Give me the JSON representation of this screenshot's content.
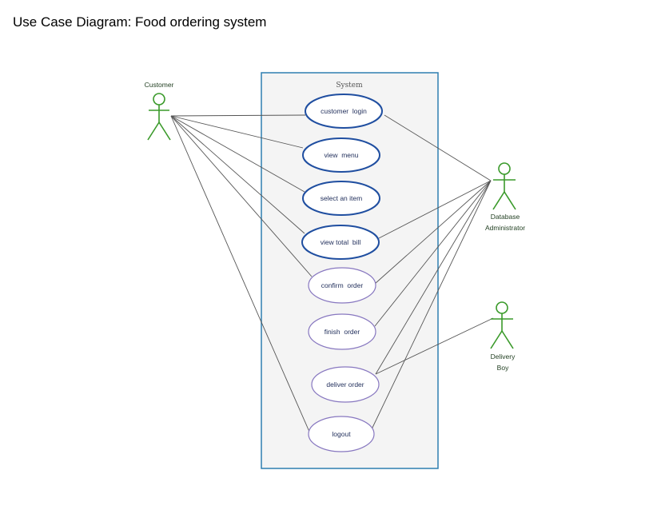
{
  "title": "Use Case Diagram: Food ordering system",
  "system": {
    "label": "System",
    "fill": "#f4f4f4",
    "stroke": "#2e7fb0"
  },
  "actors": {
    "customer": {
      "label": "Customer"
    },
    "dbadmin": {
      "label_line1": "Database",
      "label_line2": "Administrator"
    },
    "delivery": {
      "label_line1": "Delivery",
      "label_line2": "Boy"
    },
    "color": "#3a9a2a"
  },
  "use_cases": [
    {
      "id": "customer-login",
      "label": "customer  login",
      "style": "bold"
    },
    {
      "id": "view-menu",
      "label": "view  menu",
      "style": "bold"
    },
    {
      "id": "select-item",
      "label": "select an item",
      "style": "bold"
    },
    {
      "id": "view-total-bill",
      "label": "view total  bill",
      "style": "bold"
    },
    {
      "id": "confirm-order",
      "label": "confirm  order",
      "style": "light"
    },
    {
      "id": "finish-order",
      "label": "finish  order",
      "style": "light"
    },
    {
      "id": "deliver-order",
      "label": "deliver order",
      "style": "light"
    },
    {
      "id": "logout",
      "label": "logout",
      "style": "light"
    }
  ],
  "colors": {
    "bold_ellipse": "#1f4ea0",
    "light_ellipse": "#8878c0",
    "association": "#555555"
  },
  "associations": [
    {
      "from": "customer",
      "to": "customer-login"
    },
    {
      "from": "customer",
      "to": "view-menu"
    },
    {
      "from": "customer",
      "to": "select-item"
    },
    {
      "from": "customer",
      "to": "view-total-bill"
    },
    {
      "from": "customer",
      "to": "confirm-order"
    },
    {
      "from": "customer",
      "to": "logout"
    },
    {
      "from": "dbadmin",
      "to": "customer-login"
    },
    {
      "from": "dbadmin",
      "to": "view-total-bill"
    },
    {
      "from": "dbadmin",
      "to": "confirm-order"
    },
    {
      "from": "dbadmin",
      "to": "finish-order"
    },
    {
      "from": "dbadmin",
      "to": "deliver-order"
    },
    {
      "from": "dbadmin",
      "to": "logout"
    },
    {
      "from": "delivery",
      "to": "deliver-order"
    }
  ]
}
